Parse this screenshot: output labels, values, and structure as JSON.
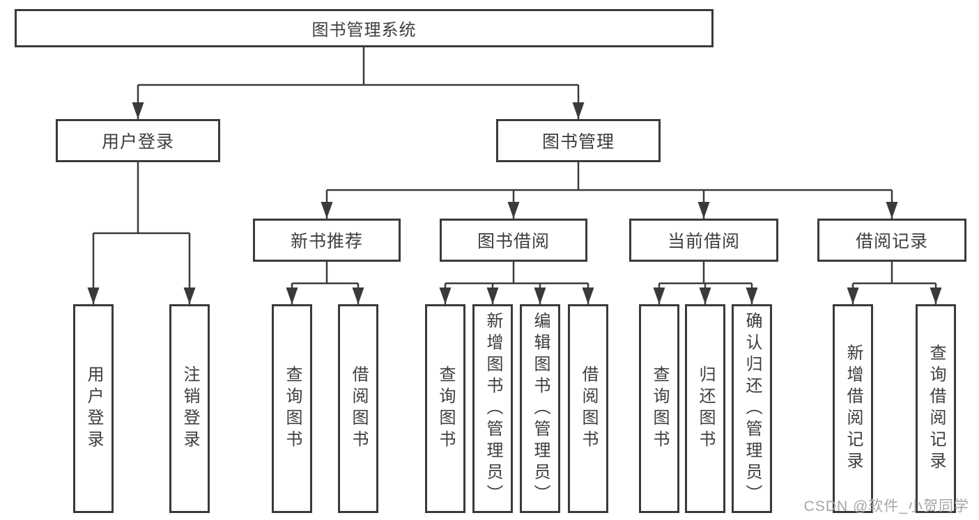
{
  "root": {
    "label": "图书管理系统"
  },
  "branches": [
    {
      "label": "用户登录",
      "children": [
        {
          "label": "用户登录"
        },
        {
          "label": "注销登录"
        }
      ]
    },
    {
      "label": "图书管理",
      "sections": [
        {
          "label": "新书推荐",
          "children": [
            {
              "label": "查询图书"
            },
            {
              "label": "借阅图书"
            }
          ]
        },
        {
          "label": "图书借阅",
          "children": [
            {
              "label": "查询图书"
            },
            {
              "label": "新增图书（管理员）"
            },
            {
              "label": "编辑图书（管理员）"
            },
            {
              "label": "借阅图书"
            }
          ]
        },
        {
          "label": "当前借阅",
          "children": [
            {
              "label": "查询图书"
            },
            {
              "label": "归还图书"
            },
            {
              "label": "确认归还（管理员）"
            }
          ]
        },
        {
          "label": "借阅记录",
          "children": [
            {
              "label": "新增借阅记录"
            },
            {
              "label": "查询借阅记录"
            }
          ]
        }
      ]
    }
  ],
  "watermark": {
    "text": "CSDN @软件_小贺同学"
  },
  "colors": {
    "line": "#3a3a3a",
    "box_border": "#3a3a3a",
    "text": "#3d3d3d",
    "background": "#ffffff",
    "watermark": "#a6a6a6"
  }
}
